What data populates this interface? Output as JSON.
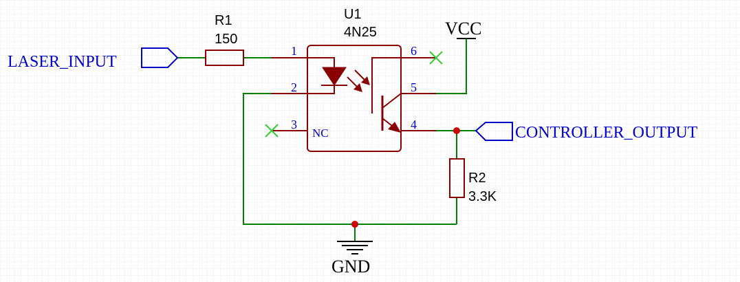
{
  "colors": {
    "grid": "#e6e6e6",
    "wire": "#008000",
    "component": "#880000",
    "label": "#0000cc",
    "noconnect": "#33cc33",
    "junction": "#cc0000",
    "text": "#000000"
  },
  "nets": {
    "laser_input": "LASER_INPUT",
    "controller_output": "CONTROLLER_OUTPUT",
    "vcc": "VCC",
    "gnd": "GND"
  },
  "r1": {
    "ref": "R1",
    "value": "150"
  },
  "r2": {
    "ref": "R2",
    "value": "3.3K"
  },
  "u1": {
    "ref": "U1",
    "value": "4N25",
    "nc_label": "NC",
    "pins": {
      "p1": "1",
      "p2": "2",
      "p3": "3",
      "p4": "4",
      "p5": "5",
      "p6": "6"
    }
  }
}
